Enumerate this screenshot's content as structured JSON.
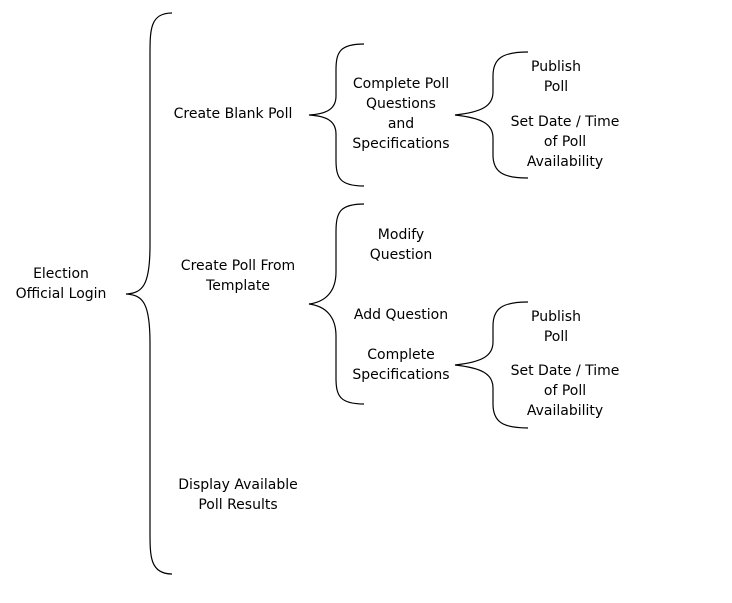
{
  "diagram": {
    "root": {
      "lines": [
        "Election",
        "Official Login"
      ]
    },
    "level1": [
      {
        "lines": [
          "Create Blank Poll"
        ]
      },
      {
        "lines": [
          "Create Poll From",
          "Template"
        ]
      },
      {
        "lines": [
          "Display Available",
          "Poll Results"
        ]
      }
    ],
    "blank_poll": {
      "step": {
        "lines": [
          "Complete Poll",
          "Questions",
          "and",
          "Specifications"
        ]
      },
      "publish": {
        "lines": [
          "Publish",
          "Poll"
        ]
      },
      "schedule": {
        "lines": [
          "Set Date / Time",
          "of Poll",
          "Availability"
        ]
      }
    },
    "template_poll": {
      "modify": {
        "lines": [
          "Modify",
          "Question"
        ]
      },
      "add": {
        "lines": [
          "Add Question"
        ]
      },
      "complete": {
        "lines": [
          "Complete",
          "Specifications"
        ]
      },
      "publish": {
        "lines": [
          "Publish",
          "Poll"
        ]
      },
      "schedule": {
        "lines": [
          "Set Date / Time",
          "of Poll",
          "Availability"
        ]
      }
    }
  }
}
